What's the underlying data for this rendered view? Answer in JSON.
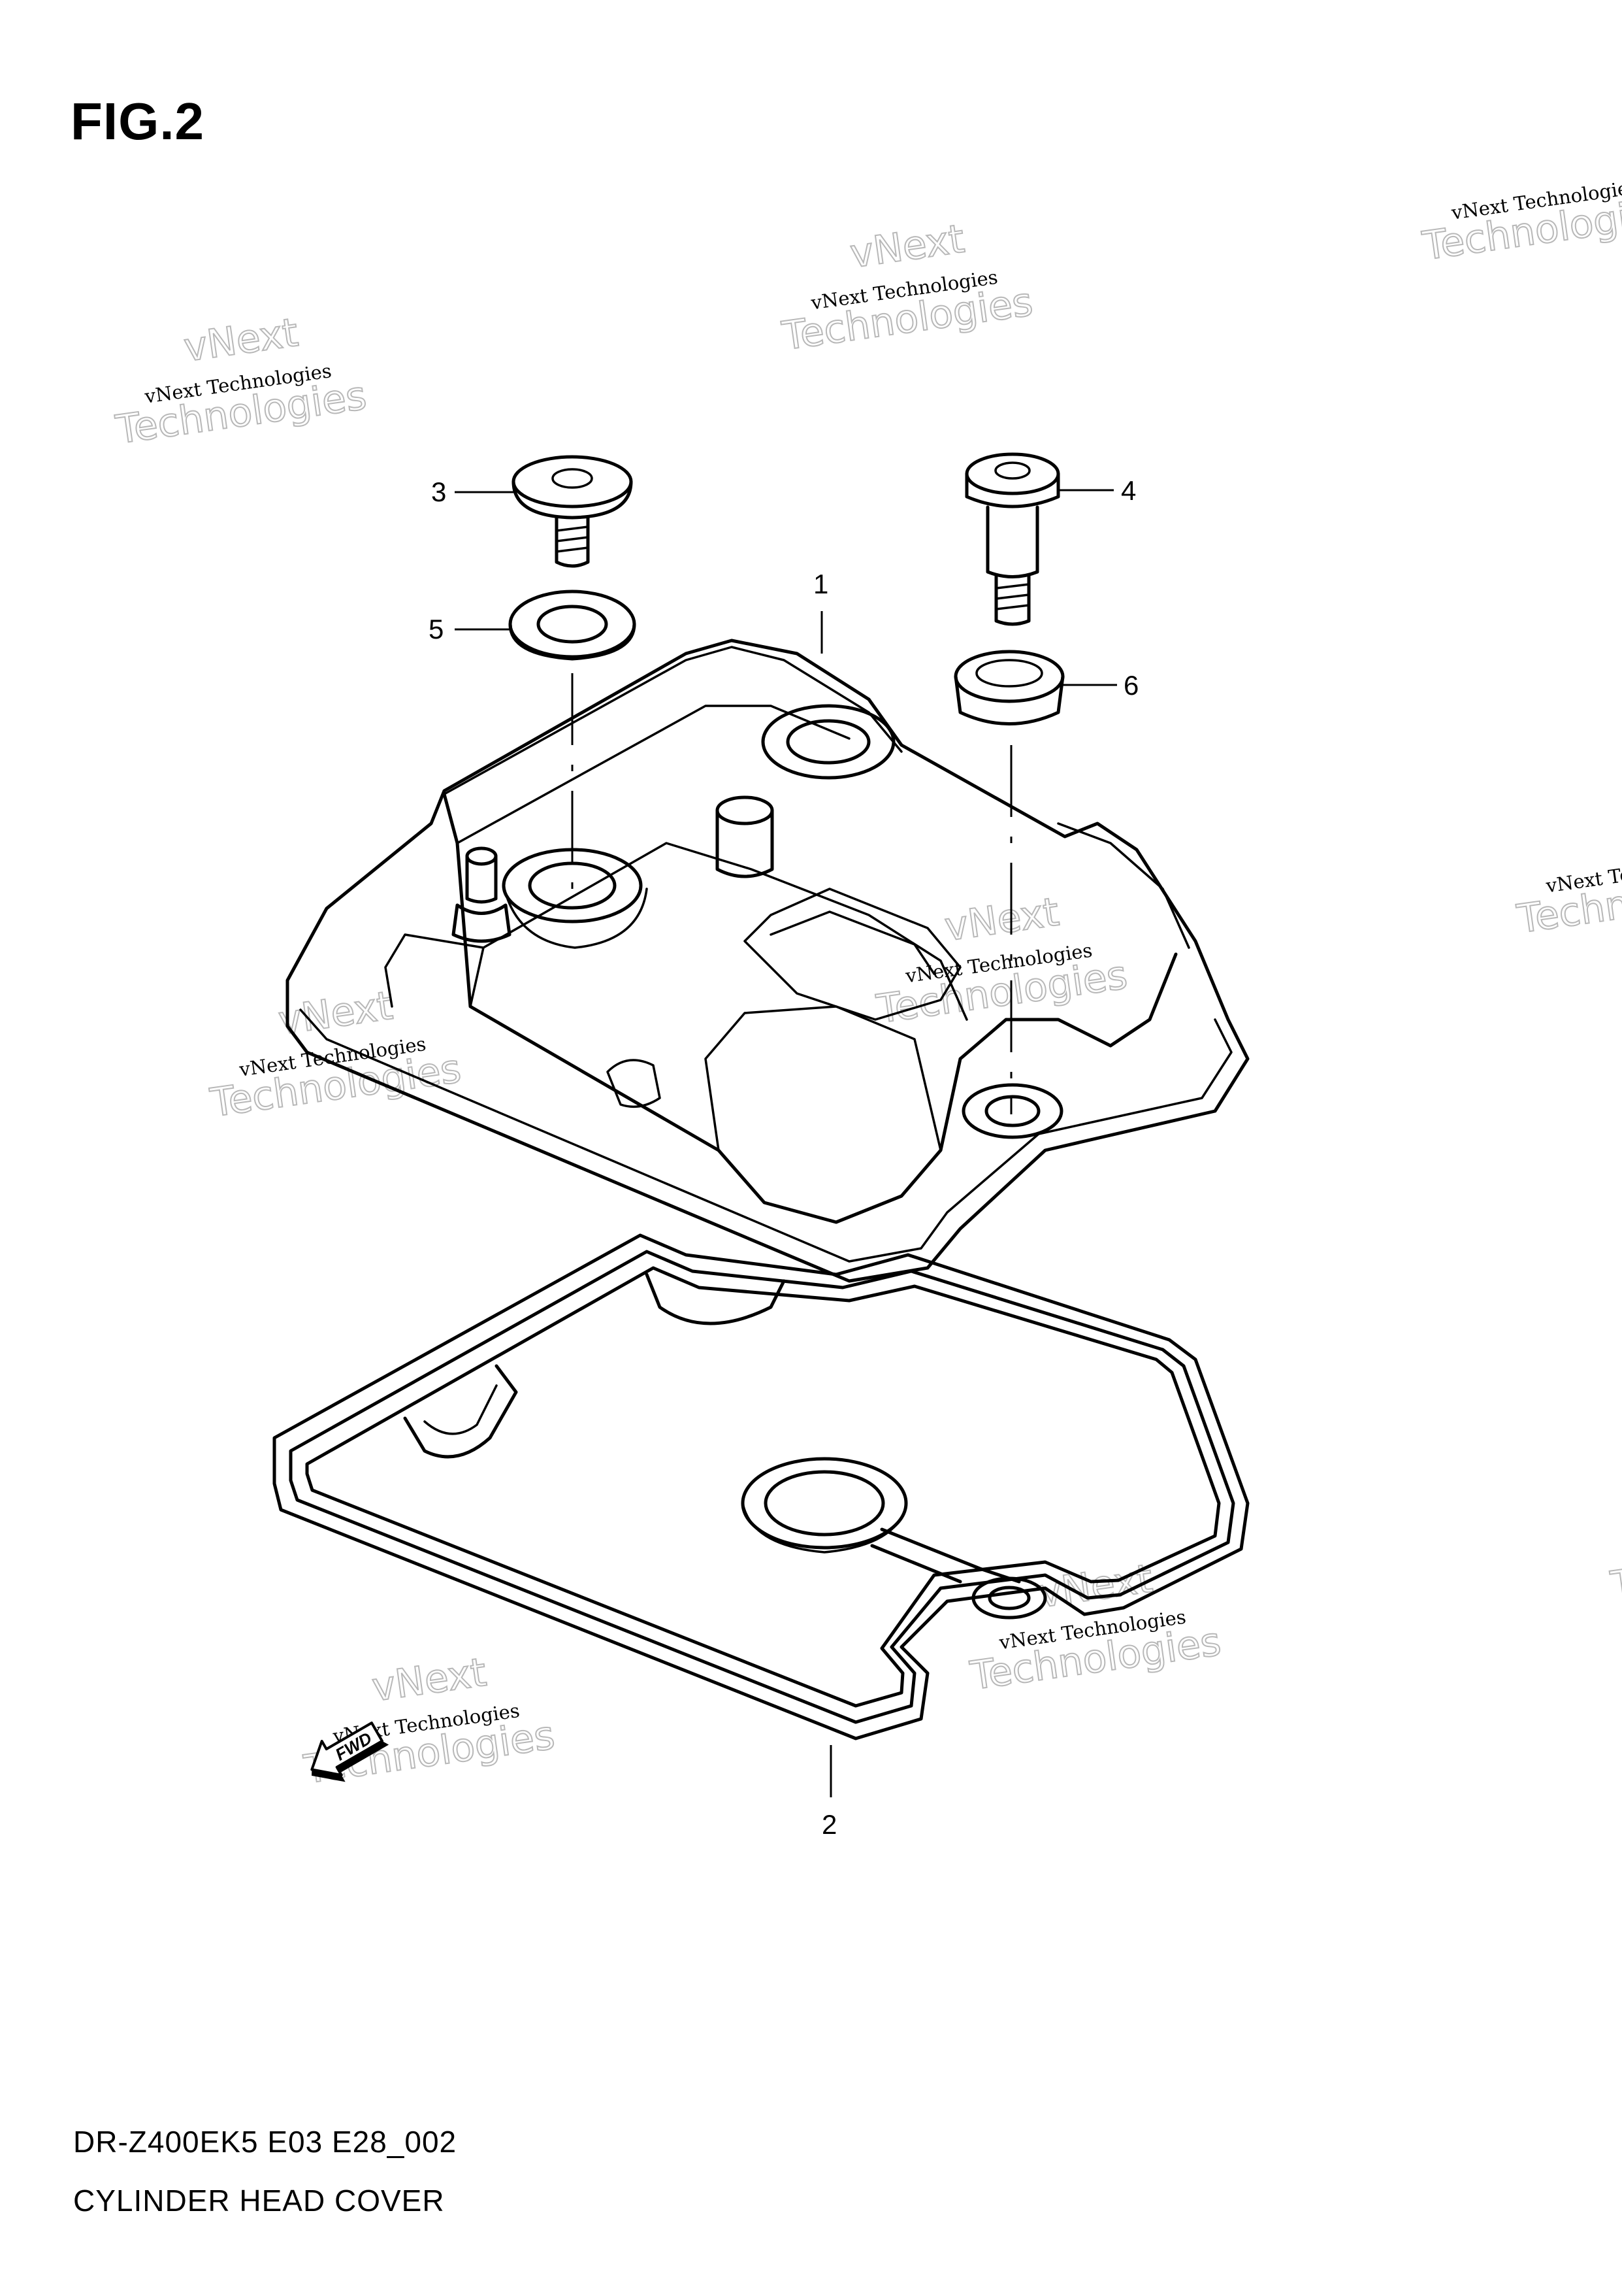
{
  "figure_title": "FIG.2",
  "footer": {
    "code": "DR-Z400EK5 E03 E28_002",
    "name": "CYLINDER HEAD COVER"
  },
  "callouts": [
    "1",
    "2",
    "3",
    "4",
    "5",
    "6"
  ],
  "fwd_label": "FWD",
  "watermark": {
    "small": "vNext Technologies",
    "big_line1": "vNext",
    "big_line2": "Technologies"
  }
}
